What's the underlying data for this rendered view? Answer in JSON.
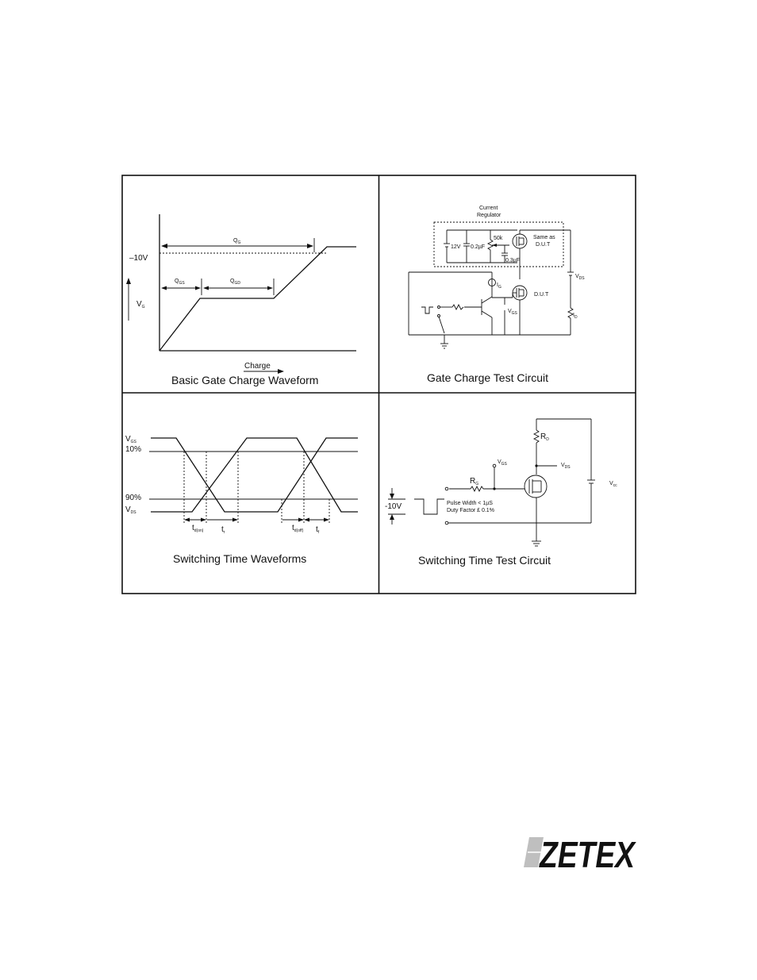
{
  "panels": {
    "gate_charge_waveform": {
      "title": "Basic Gate Charge Waveform",
      "qg_label": "Q",
      "qg_sub": "G",
      "qgs_label": "Q",
      "qgs_sub": "GS",
      "qgd_label": "Q",
      "qgd_sub": "GD",
      "level_label": "–10V",
      "y_label": "V",
      "y_sub": "G",
      "x_label": "Charge"
    },
    "gate_charge_circuit": {
      "title": "Gate Charge Test Circuit",
      "regulator_label_line1": "Current",
      "regulator_label_line2": "Regulator",
      "source_12v": "12V",
      "cap_02": "0.2µF",
      "res_50k": "50k",
      "cap_03": "0.3µF",
      "same_as_line1": "Same as",
      "same_as_line2": "D.U.T",
      "dut_label": "D.U.T",
      "ig_label": "I",
      "ig_sub": "G",
      "vgs_label": "V",
      "vgs_sub": "GS",
      "vds_label": "V",
      "vds_sub": "DS",
      "id_label": "I",
      "id_sub": "D"
    },
    "switching_waveforms": {
      "title": "Switching Time Waveforms",
      "vgs_label": "V",
      "vgs_sub": "GS",
      "pct_10": "10%",
      "pct_90": "90%",
      "vds_label": "V",
      "vds_sub": "DS",
      "td_on_label": "t",
      "td_on_sub": "d(on)",
      "tr_label": "t",
      "tr_sub": "r",
      "td_off_label": "t",
      "td_off_sub": "d(off)",
      "tf_label": "t",
      "tf_sub": "f"
    },
    "switching_circuit": {
      "title": "Switching Time Test Circuit",
      "rd_label": "R",
      "rd_sub": "D",
      "vgs_label": "V",
      "vgs_sub": "GS",
      "vds_label": "V",
      "vds_sub": "DS",
      "rg_label": "R",
      "rg_sub": "G",
      "vcc_label": "V",
      "vcc_sub": "cc",
      "pulse_amp": "-10V",
      "pulse_width": "Pulse Width < 1µS",
      "duty_factor": "Duty Factor £ 0.1%"
    }
  },
  "brand": {
    "logo_text": "ZETEX"
  }
}
